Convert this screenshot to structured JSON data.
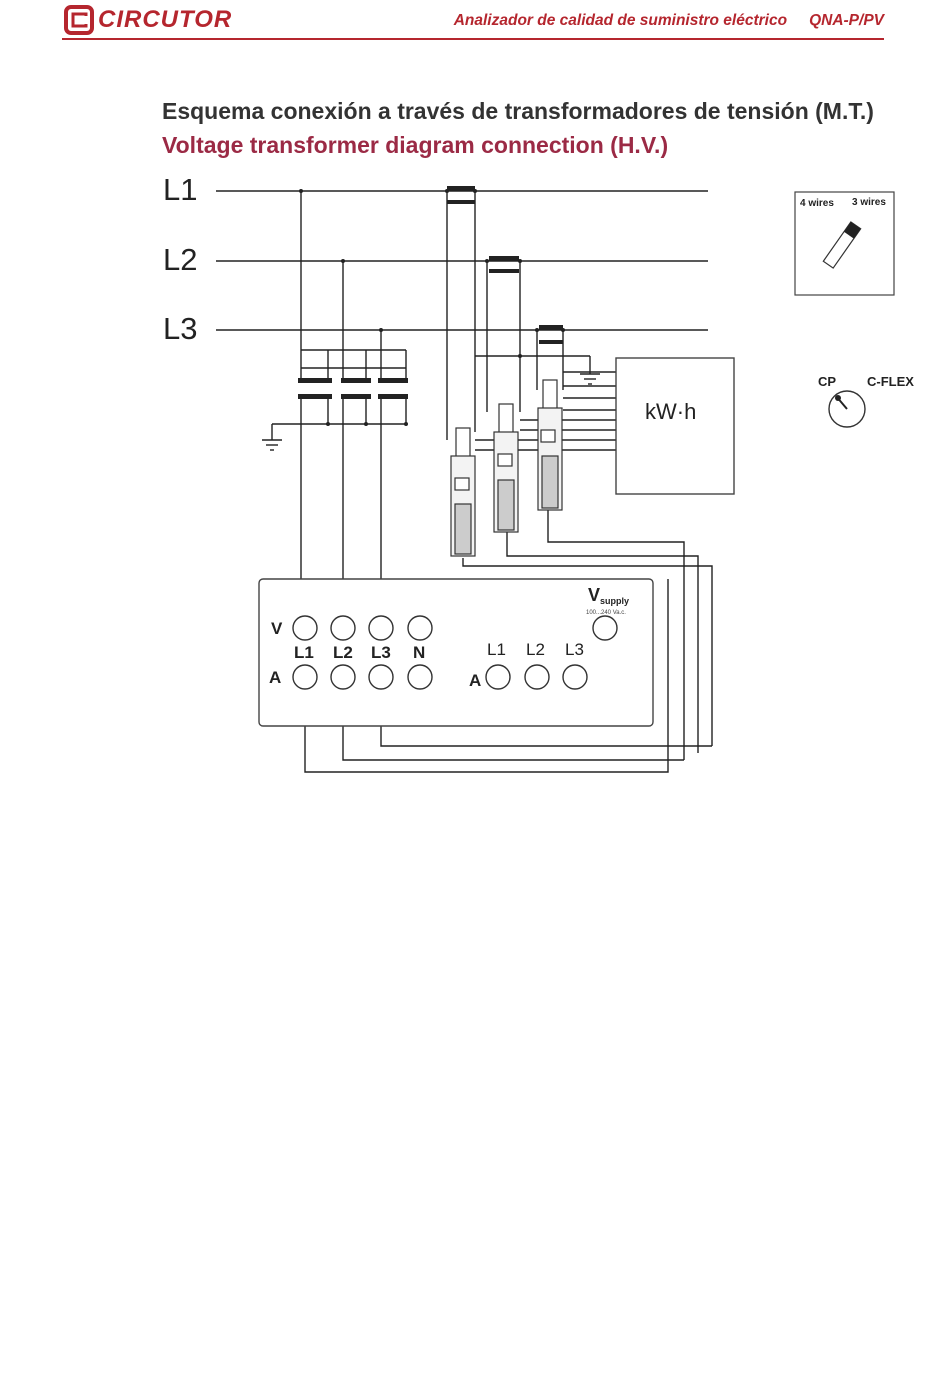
{
  "header": {
    "brand": "CIRCUTOR",
    "doc_title": "Analizador de calidad de suministro eléctrico",
    "model": "QNA-P/PV",
    "accent_color": "#b5262e"
  },
  "title": {
    "es": "Esquema conexión a través de transformadores de tensión (M.T.)",
    "en": "Voltage transformer diagram connection (H.V.)"
  },
  "lines": [
    "L1",
    "L2",
    "L3"
  ],
  "meter": {
    "label": "kW·h"
  },
  "wires_switch": {
    "left": "4 wires",
    "right": "3 wires"
  },
  "clamp_switch": {
    "left": "CP",
    "right": "C-FLEX"
  },
  "instrument": {
    "v_label": "V",
    "a_label": "A",
    "a2_label": "A",
    "voltage_terminals": [
      "L1",
      "L2",
      "L3",
      "N"
    ],
    "current_terminals": [
      "L1",
      "L2",
      "L3"
    ],
    "supply_label": "V",
    "supply_sub": "supply",
    "supply_range": "100...240 Va.c."
  }
}
